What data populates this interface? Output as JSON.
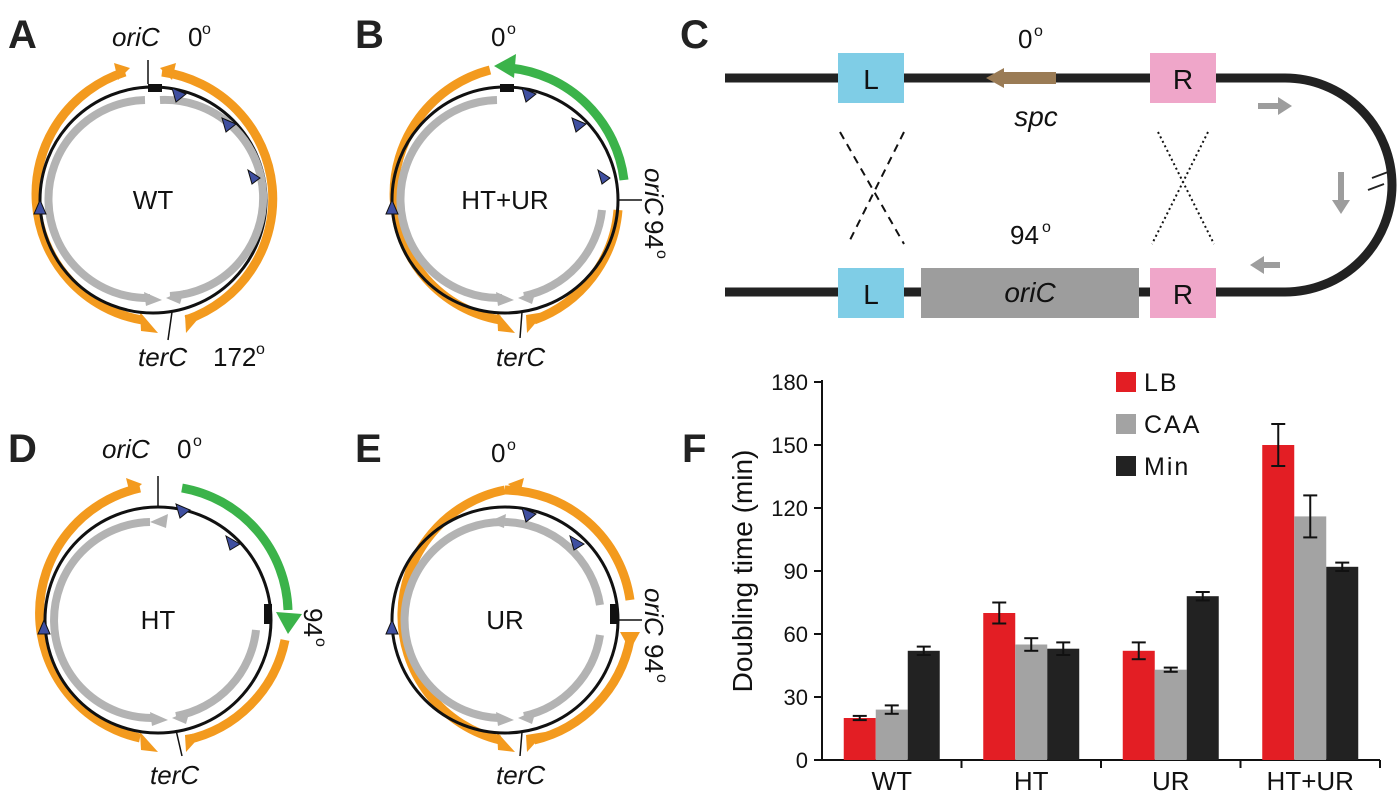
{
  "panels": {
    "A": {
      "letter": "A",
      "center": "WT",
      "ori_label": "oriC",
      "ori_deg": "0",
      "ter_label": "terC",
      "ter_deg": "172",
      "deg_sup": "o"
    },
    "B": {
      "letter": "B",
      "center": "HT+UR",
      "top_deg": "0",
      "ori_label": "oriC",
      "ori_deg": "94",
      "ter_label": "terC",
      "deg_sup": "o"
    },
    "C": {
      "letter": "C",
      "left_box": "L",
      "right_box": "R",
      "top_deg": "0",
      "top_gene": "spc",
      "bottom_deg": "94",
      "bottom_gene": "oriC",
      "deg_sup": "o"
    },
    "D": {
      "letter": "D",
      "center": "HT",
      "ori_label": "oriC",
      "ori_deg": "0",
      "side_deg": "94",
      "ter_label": "terC",
      "deg_sup": "o"
    },
    "E": {
      "letter": "E",
      "center": "UR",
      "top_deg": "0",
      "ori_label": "oriC",
      "ori_deg": "94",
      "ter_label": "terC",
      "deg_sup": "o"
    },
    "F": {
      "letter": "F"
    }
  },
  "colors": {
    "orange": "#F39A1E",
    "green": "#3BB34A",
    "grey": "#B3B3B3",
    "black": "#111111",
    "triangle": "#3F4FA0",
    "L_box": "#7FCDE6",
    "R_box": "#EFA6C9",
    "oriC_box": "#9D9D9D",
    "spc_arrow": "#9A7B55",
    "lb": "#E31E24",
    "caa": "#A3A3A3",
    "min": "#222222"
  },
  "chart_data": {
    "type": "bar",
    "title": "",
    "xlabel": "",
    "ylabel": "Doubling time (min)",
    "ylim": [
      0,
      180
    ],
    "yticks": [
      "0",
      "30",
      "60",
      "90",
      "120",
      "150",
      "180"
    ],
    "categories": [
      "WT",
      "HT",
      "UR",
      "HT+UR"
    ],
    "legend_position": "top-right",
    "series": [
      {
        "name": "LB",
        "values": [
          20,
          70,
          52,
          150
        ],
        "errors": [
          1,
          5,
          4,
          10
        ]
      },
      {
        "name": "CAA",
        "values": [
          24,
          55,
          43,
          116
        ],
        "errors": [
          2,
          3,
          1,
          10
        ]
      },
      {
        "name": "Min",
        "values": [
          52,
          53,
          78,
          92
        ],
        "errors": [
          2,
          3,
          2,
          2
        ]
      }
    ]
  }
}
